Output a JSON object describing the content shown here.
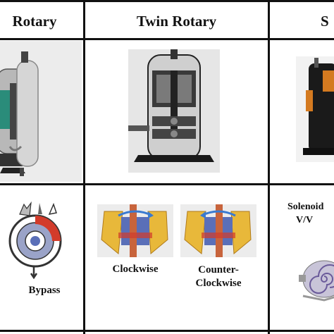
{
  "columns": [
    {
      "header": "Rotary"
    },
    {
      "header": "Twin Rotary"
    },
    {
      "header": "S"
    }
  ],
  "row2": {
    "col1": {
      "label": "Bypass"
    },
    "col2": {
      "labels": [
        "Clockwise",
        "Counter-\nClockwise"
      ]
    },
    "col3": {
      "label_line1": "Solenoid",
      "label_line2": "V/V"
    }
  },
  "colors": {
    "grid": "#111111",
    "copper": "#c8643c",
    "blue": "#5a6fb8",
    "yellow": "#e8b83a",
    "teal": "#2a8c7a"
  }
}
